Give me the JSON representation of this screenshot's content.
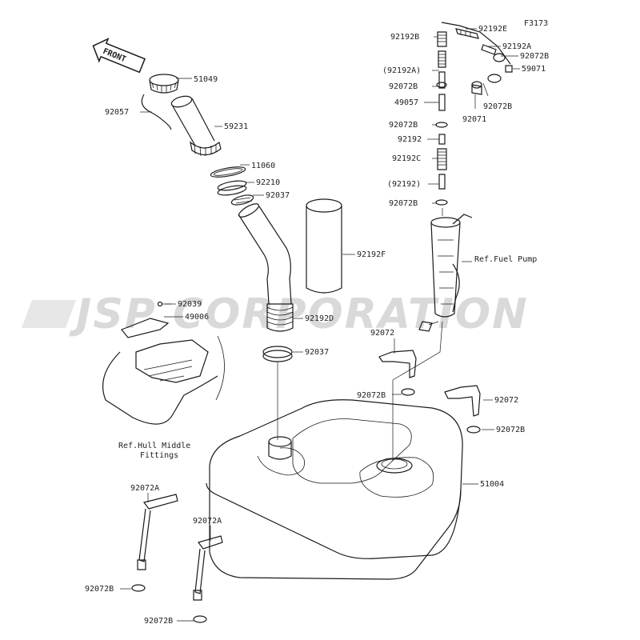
{
  "figure_code": "F3173",
  "front_label": "FRONT",
  "watermark": "JSP CORPORATION",
  "colors": {
    "line": "#1a1a1a",
    "watermark": "#d9d9d9",
    "background": "#ffffff"
  },
  "labels": {
    "l51049": "51049",
    "l92057": "92057",
    "l59231": "59231",
    "l11060": "11060",
    "l92210": "92210",
    "l92037a": "92037",
    "l92192f": "92192F",
    "l92039": "92039",
    "l49006": "49006",
    "l92192d": "92192D",
    "l92037b": "92037",
    "l51004": "51004",
    "l92072a_l": "92072A",
    "l92072a_r": "92072A",
    "l92072b_b1": "92072B",
    "l92072b_b2": "92072B",
    "l92192b": "92192B",
    "l92192e": "92192E",
    "l92192a": "92192A",
    "l92072b_t": "92072B",
    "l92192a_p": "(92192A)",
    "l59071": "59071",
    "l92072b_2": "92072B",
    "l49057": "49057",
    "l92072b_3": "92072B",
    "l92071": "92071",
    "l92072b_4": "92072B",
    "l92192": "92192",
    "l92192c": "92192C",
    "l92192_p": "(92192)",
    "l92072b_5": "92072B",
    "l92072_1": "92072",
    "l92072b_6": "92072B",
    "l92072_2": "92072",
    "l92072b_7": "92072B"
  },
  "refs": {
    "fuel_pump": "Ref.Fuel Pump",
    "hull_line1": "Ref.Hull Middle",
    "hull_line2": "Fittings"
  }
}
